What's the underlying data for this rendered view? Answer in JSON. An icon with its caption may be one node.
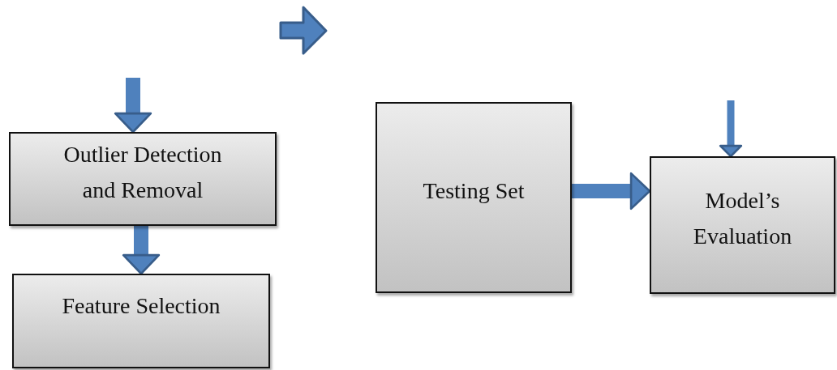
{
  "diagram": {
    "nodes": [
      {
        "text": [
          "Outlier Detection and Removal"
        ]
      },
      {
        "text": [
          "Feature Selection"
        ]
      },
      {
        "text": [
          "Testing Set"
        ]
      },
      {
        "text": [
          "Model’s Evaluation"
        ]
      }
    ],
    "edges": [
      {
        "from": null,
        "to": 0,
        "arrow": "to"
      },
      {
        "from": 0,
        "to": 1,
        "arrow": "to"
      },
      {
        "from": 2,
        "to": 3,
        "arrow": "to"
      },
      {
        "from": null,
        "to": 3,
        "arrow": "to"
      }
    ]
  }
}
